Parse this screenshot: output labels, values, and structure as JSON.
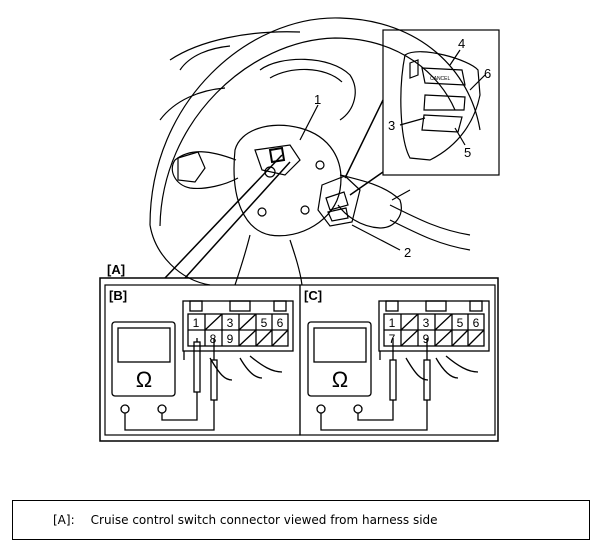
{
  "callouts": {
    "switch_connector": "1",
    "cruise_switch": "2",
    "switch_button_3": "3",
    "switch_button_4": "4",
    "switch_button_5": "5",
    "switch_button_6": "6"
  },
  "panels": {
    "outer_label": "[A]",
    "left_label": "[B]",
    "right_label": "[C]"
  },
  "connector": {
    "top_row": [
      "1",
      "",
      "3",
      "",
      "5",
      "6"
    ],
    "bottom_row": [
      "",
      "8",
      "9",
      "",
      "",
      ""
    ],
    "right_top_row": [
      "1",
      "",
      "3",
      "",
      "5",
      "6"
    ],
    "right_bottom_row": [
      "7",
      "",
      "9",
      "",
      "",
      ""
    ]
  },
  "meter": {
    "symbol": "Ω"
  },
  "switch_text": {
    "cancel": "CANCEL"
  },
  "caption": {
    "key": "[A]:",
    "text": "Cruise control switch connector viewed from harness side"
  }
}
